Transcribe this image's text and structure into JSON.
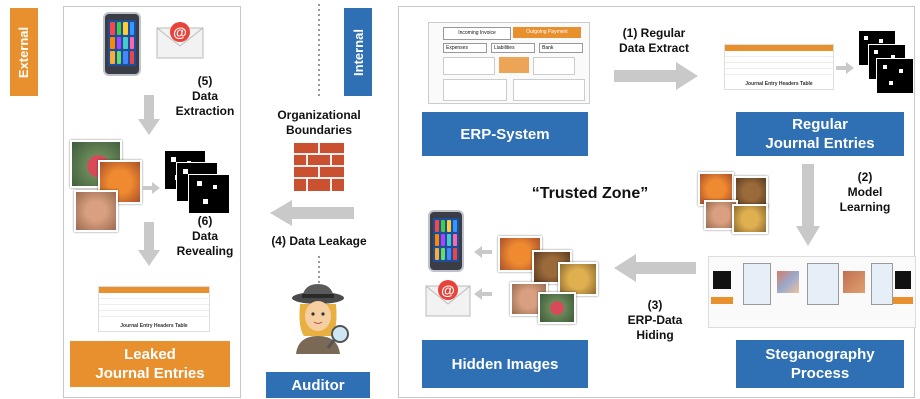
{
  "labels": {
    "external": "External",
    "internal": "Internal",
    "step5": "(5)\nData\nExtraction",
    "step6": "(6)\nData\nRevealing",
    "org_boundaries": "Organizational\nBoundaries",
    "step4": "(4) Data Leakage",
    "step1": "(1) Regular\nData Extract",
    "step2": "(2)\nModel\nLearning",
    "step3": "(3)\nERP-Data\nHiding",
    "trusted_zone": "“Trusted Zone”"
  },
  "boxes": {
    "leaked": "Leaked\nJournal Entries",
    "auditor": "Auditor",
    "erp": "ERP-System",
    "regular": "Regular\nJournal Entries",
    "hidden": "Hidden Images",
    "stego": "Steganography\nProcess"
  },
  "thumbnails": {
    "erp_row1_left": "Incoming Invoice",
    "erp_row1_right": "Outgoing Payment",
    "erp_row2_a": "Expenses",
    "erp_row2_b": "Liabilities",
    "erp_row2_c": "Bank",
    "journal_table_caption": "Journal Entry Headers Table"
  },
  "colors": {
    "orange": "#e9902e",
    "blue": "#2f6fb3",
    "arrow_gray": "#c9c9c9"
  }
}
